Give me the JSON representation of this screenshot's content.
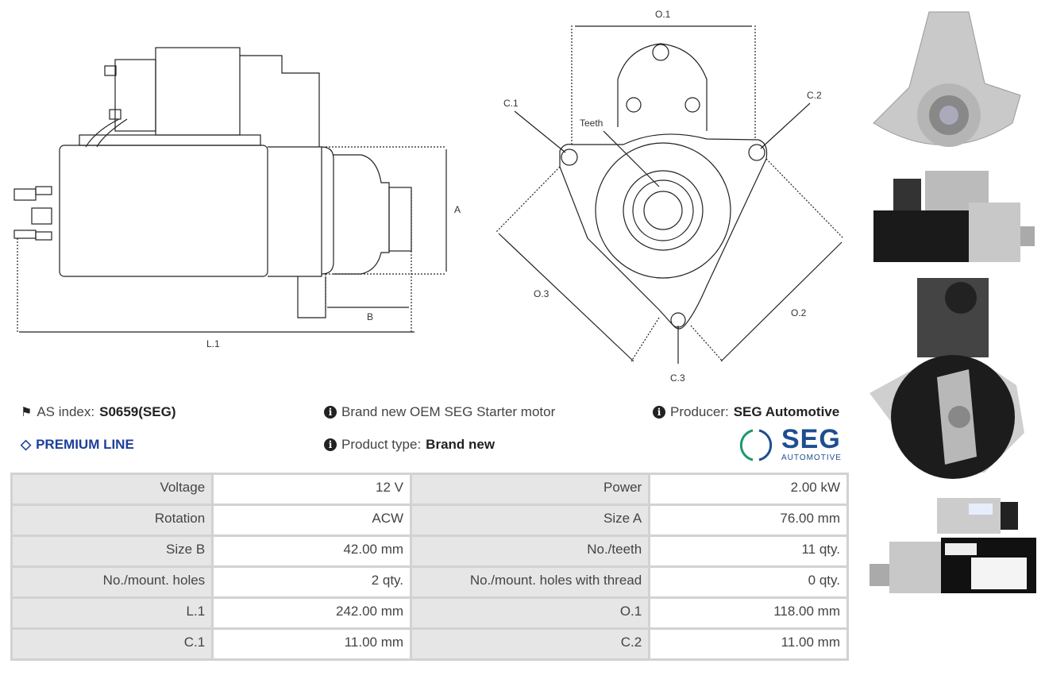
{
  "diagram_side": {
    "A": "A",
    "B": "B",
    "L1": "L.1"
  },
  "diagram_front": {
    "O1": "O.1",
    "C1": "C.1",
    "C2": "C.2",
    "C3": "C.3",
    "teeth": "Teeth",
    "O2": "O.2",
    "O3": "O.3"
  },
  "info": {
    "as_index_label": "AS index:",
    "as_index_value": "S0659(SEG)",
    "premium": "PREMIUM LINE",
    "description": "Brand new OEM SEG Starter motor",
    "product_type_label": "Product type:",
    "product_type_value": "Brand new",
    "producer_label": "Producer:",
    "producer_value": "SEG Automotive",
    "logo_text": "SEG",
    "logo_sub": "AUTOMOTIVE"
  },
  "specs": [
    {
      "l1": "Voltage",
      "v1": "12 V",
      "l2": "Power",
      "v2": "2.00 kW"
    },
    {
      "l1": "Rotation",
      "v1": "ACW",
      "l2": "Size A",
      "v2": "76.00 mm"
    },
    {
      "l1": "Size B",
      "v1": "42.00 mm",
      "l2": "No./teeth",
      "v2": "11 qty."
    },
    {
      "l1": "No./mount. holes",
      "v1": "2 qty.",
      "l2": "No./mount. holes with thread",
      "v2": "0 qty."
    },
    {
      "l1": "L.1",
      "v1": "242.00 mm",
      "l2": "O.1",
      "v2": "118.00 mm"
    },
    {
      "l1": "C.1",
      "v1": "11.00 mm",
      "l2": "C.2",
      "v2": "11.00 mm"
    }
  ]
}
